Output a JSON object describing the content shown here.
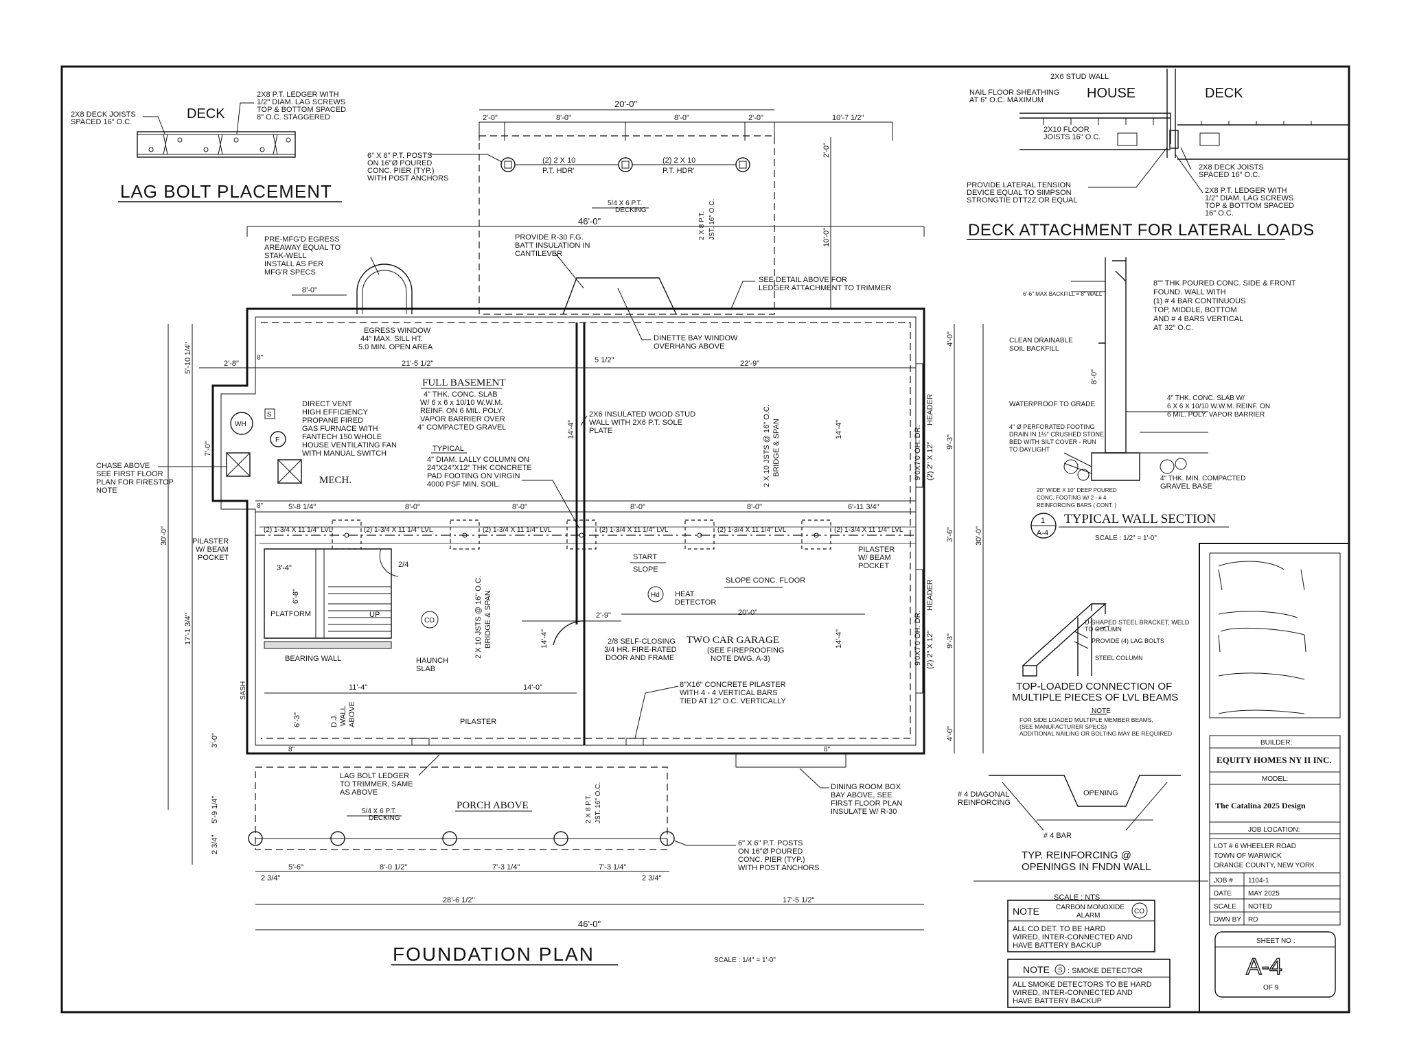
{
  "titles": {
    "lag_bolt": "LAG BOLT PLACEMENT",
    "deck_attachment": "DECK ATTACHMENT FOR LATERAL LOADS",
    "foundation_plan": "FOUNDATION PLAN",
    "foundation_scale": "SCALE : 1/4\" = 1'-0\"",
    "wall_section": "TYPICAL WALL SECTION",
    "wall_section_scale": "SCALE : 1/2\" = 1'-0\"",
    "wall_section_num": "1",
    "wall_section_sheet": "A-4",
    "top_loaded": "TOP-LOADED CONNECTION OF",
    "top_loaded2": "MULTIPLE PIECES OF LVL BEAMS",
    "reinforcing": "TYP. REINFORCING @",
    "reinforcing2": "OPENINGS IN FNDN WALL"
  },
  "lag_bolt_notes": {
    "deck": "DECK",
    "joists1": "2X8 DECK JOISTS",
    "joists2": "SPACED 16\" O.C.",
    "ledger1": "2X8 P.T. LEDGER WITH",
    "ledger2": "1/2\" DIAM. LAG SCREWS",
    "ledger3": "TOP & BOTTOM SPACED",
    "ledger4": "8\" O.C. STAGGERED"
  },
  "deck_attach_notes": {
    "stud": "2X6 STUD WALL",
    "house": "HOUSE",
    "deck": "DECK",
    "nail1": "NAIL FLOOR SHEATHING",
    "nail2": "AT 6\" O.C. MAXIMUM",
    "floor1": "2X10 FLOOR",
    "floor2": "JOISTS 16\" O.C.",
    "prov1": "PROVIDE LATERAL TENSION",
    "prov2": "DEVICE EQUAL TO SIMPSON",
    "prov3": "STRONGTIE DTT2Z OR EQUAL",
    "dj1": "2X8 DECK JOISTS",
    "dj2": "SPACED 16\" O.C.",
    "led1": "2X8 P.T. LEDGER WITH",
    "led2": "1/2\" DIAM. LAG SCREWS",
    "led3": "TOP & BOTTOM SPACED",
    "led4": "16\" O.C."
  },
  "plan_labels": {
    "dim_top_total": "20'-0\"",
    "dim_top_a": "2'-0\"",
    "dim_top_b": "8'-0\"",
    "dim_top_c": "8'-0\"",
    "dim_top_d": "2'-0\"",
    "dim_top_e": "10'-7 1/2\"",
    "dim_46": "46'-0\"",
    "dim_2_0": "2'-0\"",
    "dim_10_0": "10'-0\"",
    "posts1": "6\" X 6\" P.T. POSTS",
    "posts2": "ON 16\"Ø POURED",
    "posts3": "CONC. PIER (TYP.)",
    "posts4": "WITH POST ANCHORS",
    "hdr_a1": "(2) 2 X 10",
    "hdr_a2": "P.T. HDR'",
    "hdr_b1": "(2) 2 X 10",
    "hdr_b2": "P.T. HDR'",
    "decking_top": "5/4 X 6 P.T.",
    "decking_top2": "DECKING",
    "joist_top": "2 X 8 P.T.",
    "joist_top2": "JST. 16\" O.C.",
    "egress_area1": "PRE-MFG'D EGRESS",
    "egress_area2": "AREAWAY EQUAL TO",
    "egress_area3": "STAK-WELL",
    "egress_area4": "INSTALL AS PER",
    "egress_area5": "MFG'R SPECS",
    "batt1": "PROVIDE R-30 F.G.",
    "batt2": "BATT INSULATION IN",
    "batt3": "CANTILEVER",
    "see_detail1": "SEE DETAIL ABOVE FOR",
    "see_detail2": "LEDGER ATTACHMENT TO TRIMMER",
    "dim_8_0": "8'-0\"",
    "egress_win1": "EGRESS WINDOW",
    "egress_win2": "44\" MAX. SILL HT.",
    "egress_win3": "5.0 MIN. OPEN AREA",
    "dinette1": "DINETTE BAY WINDOW",
    "dinette2": "OVERHANG ABOVE",
    "dim_2_8": "2'-8\"",
    "dim_8in": "8\"",
    "dim_21_5": "21'-5 1/2\"",
    "dim_5_12": "5 1/2\"",
    "dim_22_9": "22'-9\"",
    "dim_5_10": "5'-10 1/4\"",
    "dim_4_0": "4'-0\"",
    "full_bsmt": "FULL BASEMENT",
    "slab1": "4\" THK. CONC. SLAB",
    "slab2": "W/ 6 x 6 x 10/10 W.W.M.",
    "slab3": "REINF. ON 6 MIL. POLY.",
    "slab4": "VAPOR BARRIER OVER",
    "slab5": "4\" COMPACTED GRAVEL",
    "wall2x6_1": "2X6 INSULATED WOOD STUD",
    "wall2x6_2": "WALL WITH 2X6 P.T. SOLE",
    "wall2x6_3": "PLATE",
    "furn1": "DIRECT VENT",
    "furn2": "HIGH EFFICIENCY",
    "furn3": "PROPANE FIRED",
    "furn4": "GAS FURNACE WITH",
    "furn5": "FANTECH 150 WHOLE",
    "furn6": "HOUSE VENTILATING FAN",
    "furn7": "WITH MANUAL SWITCH",
    "wh": "WH",
    "s": "S",
    "f": "F",
    "mech": "MECH.",
    "typical": "TYPICAL",
    "lally1": "4\" DIAM. LALLY COLUMN ON",
    "lally2": "24\"X24\"X12\" THK CONCRETE",
    "lally3": "PAD FOOTING ON VIRGIN",
    "lally4": "4000 PSF MIN. SOIL.",
    "dim_14_4": "14'-4\"",
    "jsts_v": "2 X 10 JSTS @ 16\" O.C.",
    "jsts_v2": "BRIDGE & SPAN",
    "dim_9_3": "9'-3\"",
    "dim_7_0": "7'-0\"",
    "chase1": "CHASE ABOVE",
    "chase2": "SEE FIRST FLOOR",
    "chase3": "PLAN FOR FIRESTOP",
    "chase4": "NOTE",
    "dim_5_8": "5'-8 1/4\"",
    "dim_6_11": "6'-11 3/4\"",
    "lvl": "(2) 1-3/4 X 11 1/4\" LVL",
    "dim_30_0": "30'-0\"",
    "dim_3_6": "3'-6\"",
    "pilaster_l1": "PILASTER",
    "pilaster_l2": "W/ BEAM",
    "pilaster_l3": "POCKET",
    "dim_3_4": "3'-4\"",
    "dim_2_4": "2/4",
    "dim_6_8": "6'-8\"",
    "platform": "PLATFORM",
    "up": "UP",
    "co": "CO",
    "start": "START",
    "slope": "SLOPE",
    "slope_floor": "SLOPE CONC. FLOOR",
    "heat1": "HEAT",
    "heat2": "DETECTOR",
    "hd": "Hd",
    "dim_2_9": "2'-9\"",
    "dim_20_0": "20'-0\"",
    "garage": "TWO CAR GARAGE",
    "garage2": "(SEE FIREPROOFING",
    "garage3": "NOTE DWG. A-3)",
    "door1": "2/8 SELF-CLOSING",
    "door2": "3/4 HR. FIRE-RATED",
    "door3": "DOOR AND FRAME",
    "ohdr": "9'0X7'0 OH. DR.",
    "header": "HEADER",
    "hdr_2x12": "(2) 2\" X 12\"",
    "bearing": "BEARING WALL",
    "haunch1": "HAUNCH",
    "haunch2": "SLAB",
    "dim_17_1": "17'-1 3/4\"",
    "dim_11_4": "11'-4\"",
    "dim_14_0": "14'-0\"",
    "pil8x16_1": "8\"X16\" CONCRETE PILASTER",
    "pil8x16_2": "WITH 4 - 4 VERTICAL BARS",
    "pil8x16_3": "TIED AT 12\" O.C. VERTICALLY",
    "dj_wall1": "D.J.",
    "dj_wall2": "WALL",
    "dj_wall3": "ABOVE",
    "dim_6_3": "6'-3\"",
    "sash": "SASH",
    "pilaster": "PILASTER",
    "dim_3_0": "3'-0\"",
    "lag_ledger1": "LAG BOLT LEDGER",
    "lag_ledger2": "TO TRIMMER, SAME",
    "lag_ledger3": "AS ABOVE",
    "dining1": "DINING ROOM BOX",
    "dining2": "BAY ABOVE, SEE",
    "dining3": "FIRST FLOOR PLAN",
    "dining4": "INSULATE W/ R-30",
    "porch": "PORCH ABOVE",
    "dim_5_9": "5'-9 1/4\"",
    "dim_2_34": "2 3/4\"",
    "dim_5_6": "5'-6\"",
    "dim_8_012": "8'-0 1/2\"",
    "dim_7_3": "7'-3 1/4\"",
    "dim_28_6": "28'-6 1/2\"",
    "dim_17_5": "17'-5 1/2\""
  },
  "wall_section_notes": {
    "n1": "8\"\" THK POURED CONC. SIDE & FRONT",
    "n2": "FOUND. WALL WITH",
    "n3": "(1) # 4 BAR CONTINUOUS",
    "n4": "TOP, MIDDLE, BOTTOM",
    "n5": "AND # 4 BARS VERTICAL",
    "n6": "AT 32\" O.C.",
    "backfill": "6'-6\" MAX BACKFILL = 8\" WALL",
    "clean1": "CLEAN DRAINABLE",
    "clean2": "SOIL BACKFILL",
    "waterproof": "WATERPROOF TO GRADE",
    "drain1": "4\" Ø PERFORATED FOOTING",
    "drain2": "DRAIN IN 1½\" CRUSHED STONE",
    "drain3": "BED WITH SILT COVER - RUN",
    "drain4": "TO DAYLIGHT",
    "slab1": "4\" THK. CONC. SLAB W/",
    "slab2": "6 X 6 X 10/10 W.W.M. REINF. ON",
    "slab3": "6 MIL. POLY. VAPOR BARRIER",
    "footing1": "20\" WIDE X 10\" DEEP POURED",
    "footing2": "CONC. FOOTING W/ 2 - # 4",
    "footing3": "REINFORCING BARS ( CONT. )",
    "gravel1": "4\" THK. MIN. COMPACTED",
    "gravel2": "GRAVEL BASE",
    "ht": "8'-0\""
  },
  "lvl_notes": {
    "b1": "U-SHAPED STEEL BRACKET, WELD",
    "b2": "TO COLUMN",
    "b3": "PROVIDE (4) LAG BOLTS",
    "b4": "STEEL COLUMN",
    "note": "NOTE",
    "n1": "FOR SIDE LOADED MULTIPLE MEMBER BEAMS,",
    "n2": "(SEE MANUFACTURER SPECS)",
    "n3": "ADDITIONAL NAILING OR BOLTING MAY BE REQUIRED"
  },
  "reinf_notes": {
    "diag1": "# 4 DIAGONAL",
    "diag2": "REINFORCING",
    "bar": "# 4 BAR",
    "opening": "OPENING"
  },
  "co_note": {
    "scale": "SCALE : NTS",
    "note": "NOTE",
    "title1": "CARBON MONOXIDE",
    "title2": "ALARM",
    "co": "CO",
    "l1": "ALL CO DET. TO BE HARD",
    "l2": "WIRED, INTER-CONNECTED AND",
    "l3": "HAVE BATTERY BACKUP"
  },
  "smoke_note": {
    "title": "NOTE",
    "s": "S",
    "title2": ": SMOKE DETECTOR",
    "l1": "ALL SMOKE DETECTORS TO BE HARD",
    "l2": "WIRED, INTER-CONNECTED AND",
    "l3": "HAVE BATTERY BACKUP"
  },
  "title_block": {
    "builder_label": "BUILDER:",
    "builder": "EQUITY HOMES NY II INC.",
    "model_label": "MODEL:",
    "model": "The Catalina 2025 Design",
    "job_loc_label": "JOB LOCATION:",
    "loc1": "LOT # 6 WHEELER ROAD",
    "loc2": "TOWN OF WARWICK",
    "loc3": "ORANGE COUNTY, NEW YORK",
    "job_label": "JOB #",
    "job": "1104-1",
    "date_label": "DATE",
    "date": "MAY 2025",
    "scale_label": "SCALE",
    "scale": "NOTED",
    "dwn_label": "DWN BY",
    "dwn": "RD",
    "sheet_label": "SHEET NO :",
    "sheet": "A-4",
    "of": "OF  9"
  }
}
